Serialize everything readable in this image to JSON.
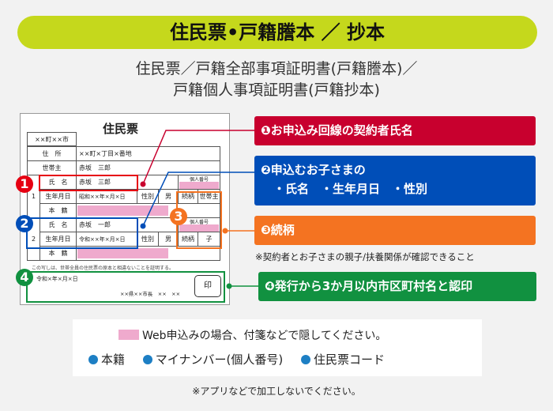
{
  "title": "住民票•戸籍謄本 ／ 抄本",
  "subtitle_line1": "住民票／戸籍全部事項証明書(戸籍謄本)／",
  "subtitle_line2": "戸籍個人事項証明書(戸籍抄本)",
  "document": {
    "title": "住民票",
    "municipality": "××町××市",
    "address_label": "住　所",
    "address_value": "××町×丁目×番地",
    "head_label": "世帯主",
    "head_value": "赤坂　三郎",
    "person1": {
      "no": "1",
      "name_label": "氏　名",
      "name": "赤坂　三郎",
      "mynumber_label": "個人番号",
      "dob_label": "生年月日",
      "dob": "昭和××年×月×日",
      "sex_label": "性別",
      "sex": "男",
      "relation_label": "続柄",
      "relation": "世帯主",
      "honseki_label": "本　籍"
    },
    "person2": {
      "no": "2",
      "name_label": "氏　名",
      "name": "赤坂　一郎",
      "mynumber_label": "個人番号",
      "dob_label": "生年月日",
      "dob": "令和××年×月×日",
      "sex_label": "性別",
      "sex": "男",
      "relation_label": "続柄",
      "relation": "子",
      "honseki_label": "本　籍"
    },
    "certify_text": "この写しは、世帯全員の住民票の原本と相違ないことを証明する。",
    "date": "令和×年×月×日",
    "issuer": "××県××市長　××　××",
    "seal": "印"
  },
  "callouts": [
    {
      "num": "1",
      "text": "❶お申込み回線の契約者氏名",
      "color": "#c8002e"
    },
    {
      "num": "2",
      "text": "❷申込むお子さまの",
      "text2": "・氏名　・生年月日　・性別",
      "color": "#004eb8"
    },
    {
      "num": "3",
      "text": "❸続柄",
      "note": "※契約者とお子さまの親子/扶養関係が確認できること",
      "color": "#f47321"
    },
    {
      "num": "4",
      "text": "❹発行から3か月以内市区町村名と認印",
      "color": "#119140"
    }
  ],
  "notice": {
    "line1": "Web申込みの場合、付箋などで隠してください。",
    "items": [
      "本籍",
      "マイナンバー(個人番号)",
      "住民票コード"
    ],
    "bullet_color": "#1d7fc4",
    "sticky_color": "#efaacd"
  },
  "footer": "※アプリなどで加工しないでください。"
}
